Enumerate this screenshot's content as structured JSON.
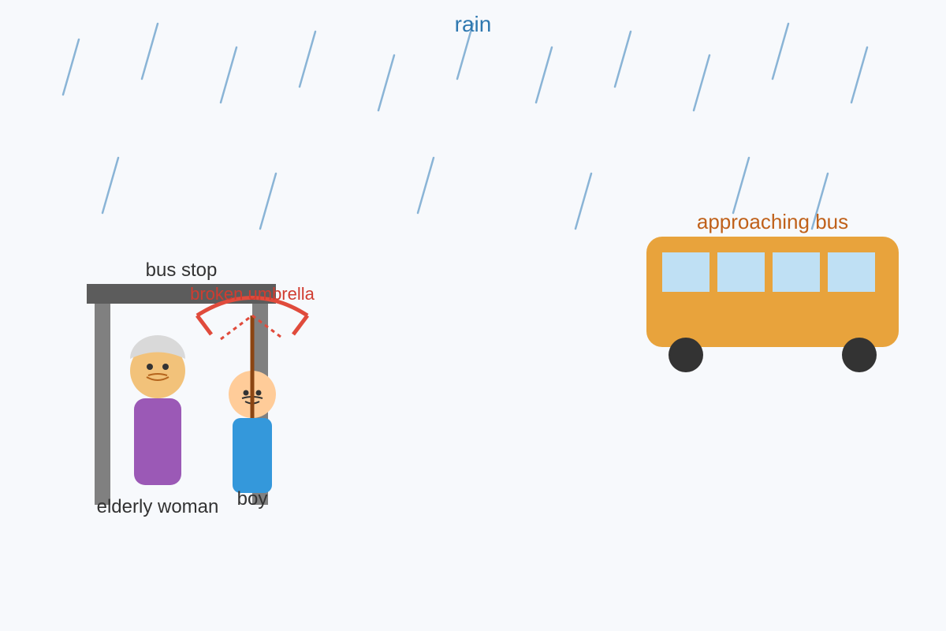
{
  "labels": {
    "rain": "rain",
    "bus_stop": "bus stop",
    "broken_umbrella": "broken umbrella",
    "approaching_bus": "approaching bus",
    "elderly_woman": "elderly woman",
    "boy": "boy"
  },
  "colors": {
    "background": "#f7f9fc",
    "rain": "#8ab4d6",
    "rain_label": "#2e78b0",
    "shelter_roof": "#5c5c5c",
    "shelter_post": "#808080",
    "umbrella": "#e04b3c",
    "umbrella_label": "#d03c30",
    "umbrella_handle": "#8b4513",
    "woman_body": "#9b59b6",
    "woman_face": "#f2c27a",
    "woman_hair": "#d9d9d9",
    "boy_body": "#3498db",
    "boy_face": "#ffcc99",
    "bus_body": "#e8a33c",
    "bus_window": "#bfe0f4",
    "bus_wheel": "#333333",
    "bus_label": "#c0611a",
    "text": "#333333"
  },
  "icons": [
    "rain-drop-icon",
    "bus-stop-shelter-icon",
    "broken-umbrella-icon",
    "bus-icon",
    "elderly-woman-figure",
    "boy-figure"
  ]
}
